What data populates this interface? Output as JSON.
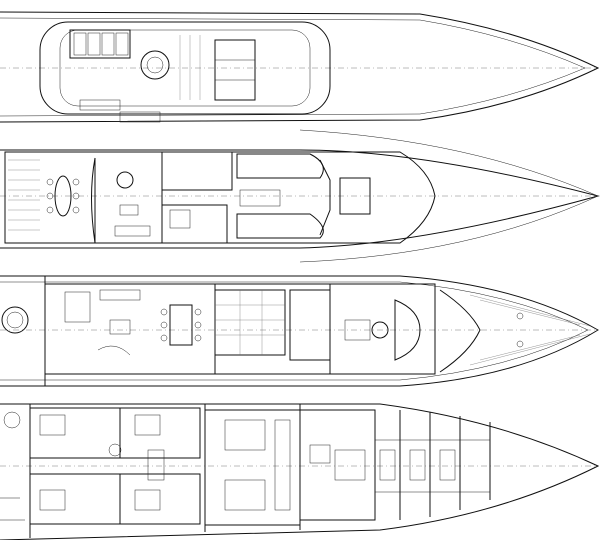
{
  "drawing": {
    "decks": [
      {
        "id": "sun-deck"
      },
      {
        "id": "upper-deck"
      },
      {
        "id": "main-deck"
      },
      {
        "id": "lower-deck"
      }
    ],
    "colors": {
      "line": "#111111",
      "background": "#ffffff"
    }
  }
}
